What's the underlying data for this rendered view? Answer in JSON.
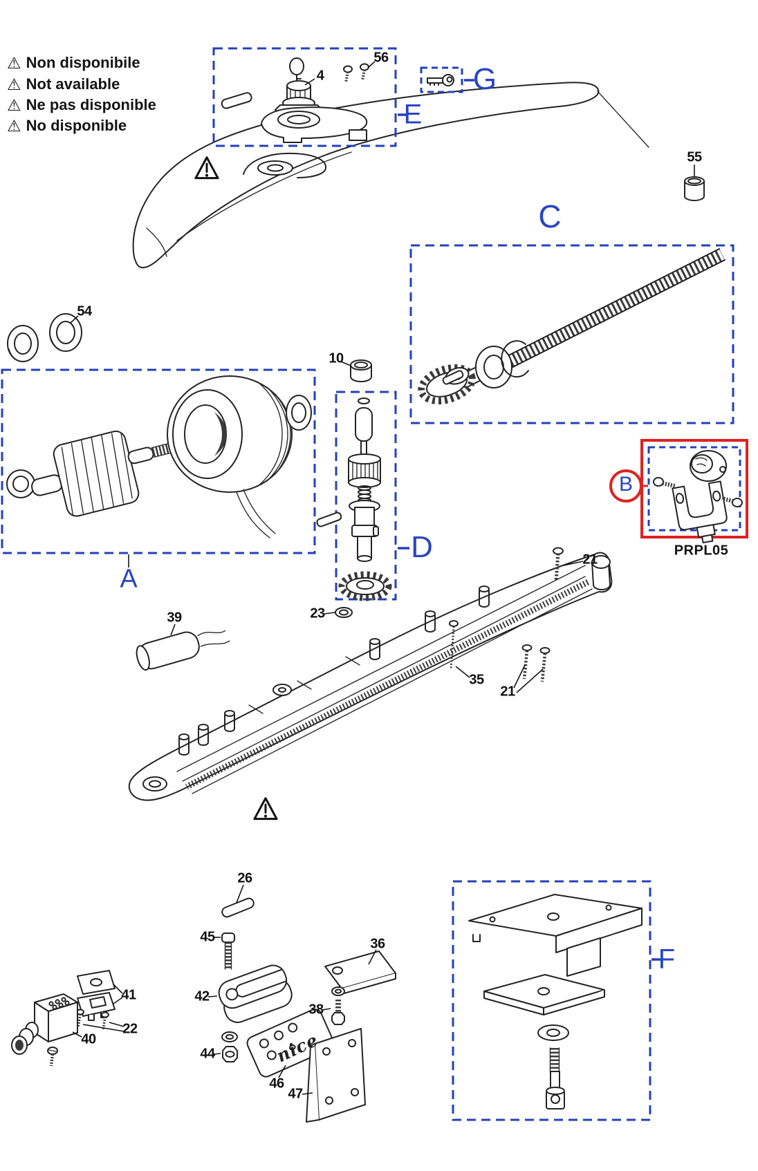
{
  "colors": {
    "accent_blue": "#2945c5",
    "box_blue": "#2340bb",
    "highlight_red": "#dd2222",
    "ink": "#1a1a1a"
  },
  "warnings": {
    "icon": "⚠",
    "items": [
      "Non disponibile",
      "Not available",
      "Ne pas disponible",
      "No disponible"
    ]
  },
  "sections": [
    {
      "letter": "A"
    },
    {
      "letter": "B",
      "code": "PRPL05"
    },
    {
      "letter": "C"
    },
    {
      "letter": "D"
    },
    {
      "letter": "E"
    },
    {
      "letter": "F"
    },
    {
      "letter": "G"
    }
  ],
  "parts": [
    {
      "num": "4"
    },
    {
      "num": "56"
    },
    {
      "num": "55"
    },
    {
      "num": "54"
    },
    {
      "num": "10"
    },
    {
      "num": "21"
    },
    {
      "num": "21"
    },
    {
      "num": "35"
    },
    {
      "num": "23"
    },
    {
      "num": "39"
    },
    {
      "num": "26"
    },
    {
      "num": "45"
    },
    {
      "num": "42"
    },
    {
      "num": "44"
    },
    {
      "num": "46"
    },
    {
      "num": "47"
    },
    {
      "num": "36"
    },
    {
      "num": "38"
    },
    {
      "num": "40"
    },
    {
      "num": "41"
    },
    {
      "num": "22"
    }
  ],
  "brand": {
    "logo_text": "nice"
  }
}
